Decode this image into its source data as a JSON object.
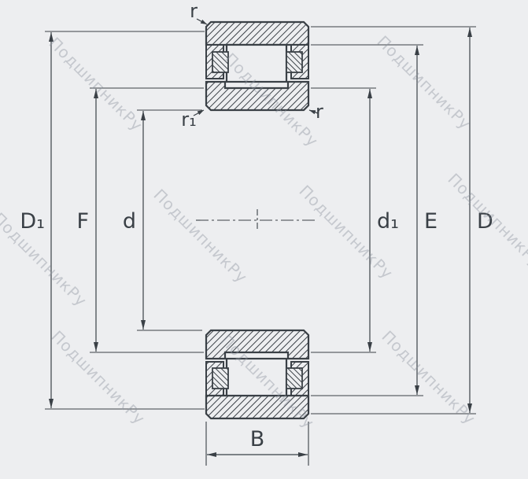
{
  "watermark": {
    "text": "ПодшипникРу"
  },
  "diagram": {
    "type_hint": "bearing-cross-section-drawing",
    "labels": {
      "r_top": "r",
      "r1": "r₁",
      "r_right": "r",
      "D1": "D₁",
      "F": "F",
      "d": "d",
      "d1": "d₁",
      "E": "E",
      "D": "D",
      "B": "B"
    }
  },
  "colors": {
    "background": "#edeef0",
    "line": "#3a4046",
    "watermark": "#8f96a0"
  }
}
